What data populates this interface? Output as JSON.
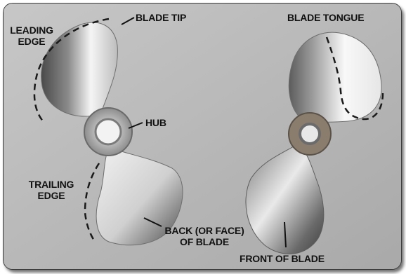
{
  "labels": {
    "leading_edge": [
      "LEADING",
      "EDGE"
    ],
    "blade_tip": "BLADE TIP",
    "blade_tongue": "BLADE TONGUE",
    "hub": "HUB",
    "trailing_edge": [
      "TRAILING",
      "EDGE"
    ],
    "back_of_blade": [
      "BACK (OR FACE)",
      "OF BLADE"
    ],
    "front_of_blade": "FRONT OF BLADE"
  },
  "colors": {
    "background_gray": "#bdbdbd",
    "metal_light": "#f4f4f4",
    "metal_dark": "#5a5a5a",
    "label_text": "#111111"
  }
}
